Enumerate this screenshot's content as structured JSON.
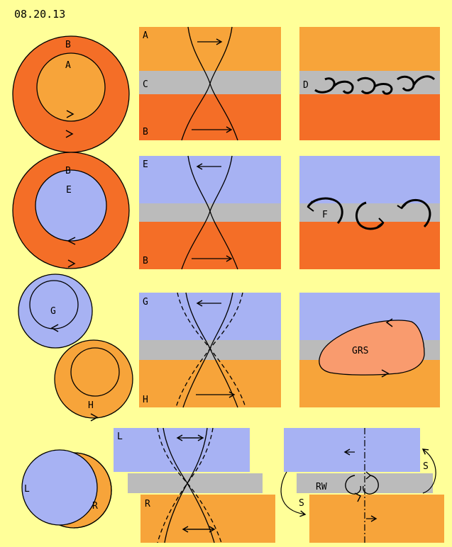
{
  "date": "08.20.13",
  "colors": {
    "background": "#ffff99",
    "orange_light": "#f7a43a",
    "orange_dark": "#f46e27",
    "blue": "#a7b2f3",
    "gray": "#bbbbbb",
    "spot": "#f99b6e",
    "line": "#000000"
  },
  "row1": {
    "circle_outer_label": "B",
    "circle_inner_label": "A",
    "band_top_label": "A",
    "band_mid_label": "C",
    "band_bot_label": "B",
    "eddy_label": "D"
  },
  "row2": {
    "circle_outer_label": "B",
    "circle_inner_label": "E",
    "band_top_label": "E",
    "band_bot_label": "B",
    "eddy_label": "F"
  },
  "row3": {
    "circle_g_label": "G",
    "circle_h_label": "H",
    "band_top_label": "G",
    "band_bot_label": "H",
    "spot_label": "GRS"
  },
  "row4": {
    "circle_l_label": "L",
    "circle_r_label": "R",
    "band_top_label": "L",
    "band_bot_label": "R",
    "shear_label_left": "S",
    "shear_label_right": "S",
    "wave_label": "RW"
  }
}
